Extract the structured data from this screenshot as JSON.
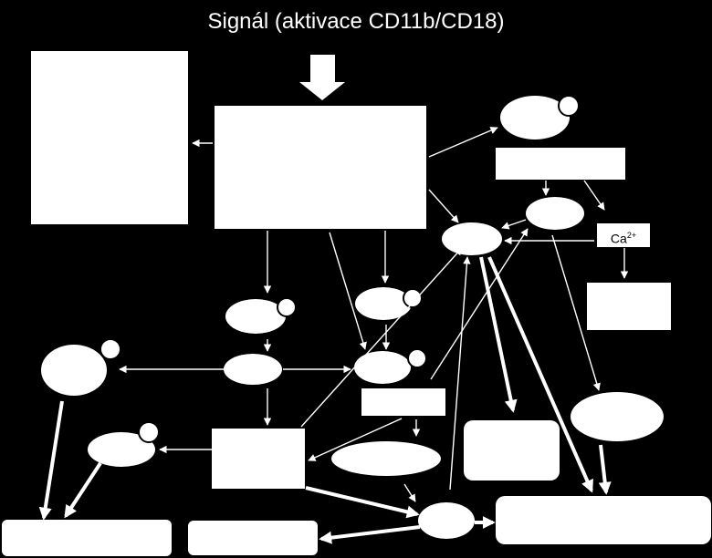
{
  "title": "Signál (aktivace CD11b/CD18)",
  "ca_box": {
    "base": "Ca",
    "superscript": "2+"
  },
  "colors": {
    "background": "#000000",
    "foreground": "#ffffff"
  }
}
